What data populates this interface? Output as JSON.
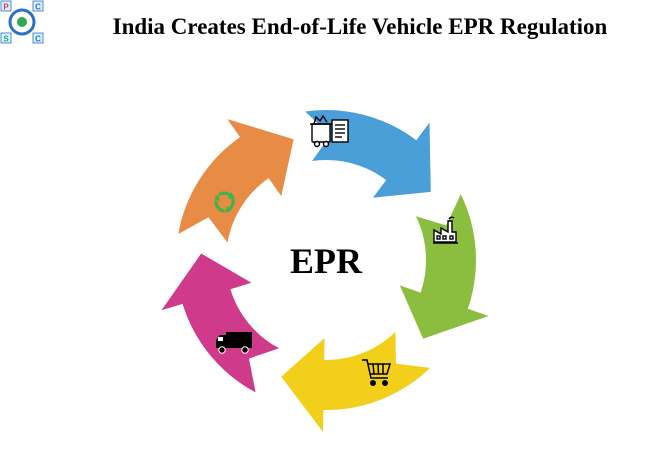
{
  "header": {
    "title": "India Creates End-of-Life Vehicle EPR Regulation",
    "logo": {
      "letters": [
        "P",
        "C",
        "S",
        "C"
      ],
      "icon": "pcsc-logo"
    }
  },
  "diagram": {
    "center_label": "EPR",
    "segments": [
      {
        "color": "#4A9FD8",
        "icon": "waste-bin-document-icon"
      },
      {
        "color": "#8BBE3F",
        "icon": "factory-icon"
      },
      {
        "color": "#F2CF1A",
        "icon": "shopping-cart-icon"
      },
      {
        "color": "#CF3A8A",
        "icon": "delivery-truck-icon"
      },
      {
        "color": "#E88B45",
        "icon": "recycle-icon"
      }
    ],
    "recycle_icon_color": "#3CB44B"
  }
}
